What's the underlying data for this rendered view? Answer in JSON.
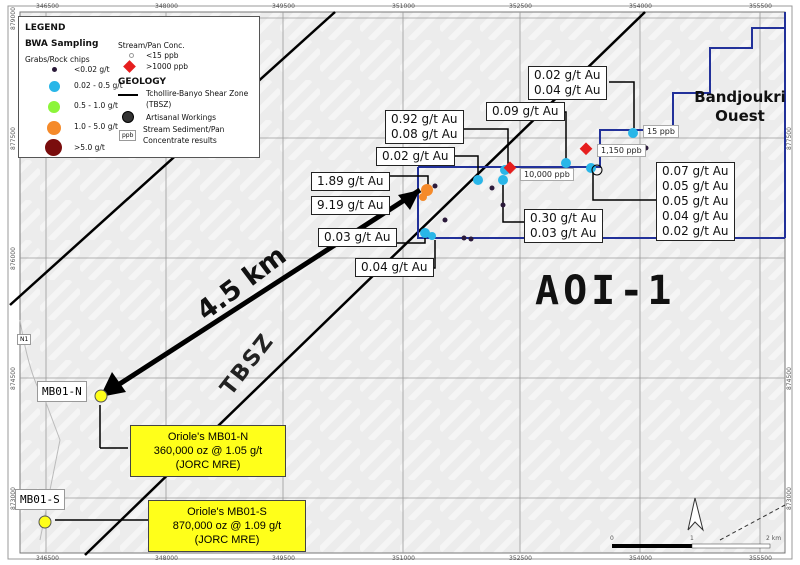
{
  "axes": {
    "x": [
      "346500",
      "348000",
      "349500",
      "351000",
      "352500",
      "354000",
      "355500"
    ],
    "y": [
      "879000",
      "877500",
      "876000",
      "874500",
      "873000"
    ]
  },
  "legend": {
    "title": "LEGEND",
    "sampling_title": "BWA Sampling",
    "grabs_title": "Grabs/Rock chips",
    "grab_classes": [
      {
        "label": "<0.02 g/t",
        "color": "#2b1a3a"
      },
      {
        "label": "0.02 - 0.5 g/t",
        "color": "#29b6e8"
      },
      {
        "label": "0.5 - 1.0 g/t",
        "color": "#8cf53a"
      },
      {
        "label": "1.0 - 5.0 g/t",
        "color": "#f58a2a"
      },
      {
        "label": ">5.0 g/t",
        "color": "#7a0d0d"
      }
    ],
    "stream_title": "Stream/Pan Conc.",
    "stream_classes": [
      {
        "label": "<15 ppb"
      },
      {
        "label": ">1000 ppb",
        "color": "#e61e1e"
      }
    ],
    "geology_title": "GEOLOGY",
    "shear_zone": "Tchollire-Banyo Shear Zone",
    "shear_zone_abbr": "(TBSZ)",
    "artisanal": "Artisanal Workings",
    "ppb_box": "ppb",
    "stream_results_1": "Stream Sediment/Pan",
    "stream_results_2": "Concentrate results"
  },
  "labels": {
    "l1": "0.02 g/t Au\n0.04 g/t Au",
    "l2": "0.09 g/t Au",
    "l3": "0.92 g/t Au\n0.08 g/t Au",
    "l4": "0.02 g/t Au",
    "l5": "1.89 g/t Au",
    "l6": "9.19 g/t Au",
    "l7": "0.03 g/t Au",
    "l8": "0.04 g/t Au",
    "l9": "0.30 g/t Au\n0.03 g/t Au",
    "l10": "0.07 g/t Au\n0.05 g/t Au\n0.05 g/t Au\n0.04 g/t Au\n0.02 g/t Au"
  },
  "ppb": {
    "p1": "10,000 ppb",
    "p2": "1,150 ppb",
    "p3": "15 ppb"
  },
  "areas": {
    "aoi": "AOI-1",
    "bandjoukri": "Bandjoukri\nOuest"
  },
  "distance": "4.5 km",
  "tbsz": "TBSZ",
  "road": "N1",
  "deposits": {
    "n_name": "MB01-N",
    "s_name": "MB01-S",
    "n_box": "Oriole's MB01-N\n360,000 oz @ 1.05 g/t\n(JORC MRE)",
    "s_box": "Oriole's MB01-S\n870,000 oz @ 1.09 g/t\n(JORC MRE)"
  },
  "scale": {
    "zero": "0",
    "one": "1",
    "two": "2 km"
  }
}
